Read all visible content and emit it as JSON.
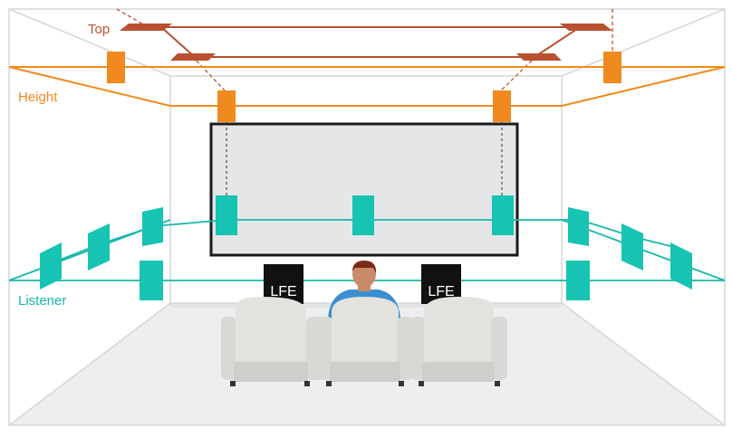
{
  "layers": {
    "top": {
      "label": "Top",
      "color": "#b9502f"
    },
    "height": {
      "label": "Height",
      "color": "#f08a1e"
    },
    "listener": {
      "label": "Listener",
      "color": "#17b8aa"
    }
  },
  "subwoofers": [
    {
      "label": "LFE"
    },
    {
      "label": "LFE"
    }
  ],
  "colors": {
    "room_lines": "#d4d6d8",
    "floor": "#e9eaec",
    "screen_fill": "#e4e6e8",
    "screen_border": "#1a1a1a",
    "speaker": "#17c3b2",
    "seat": "#d9d8d4",
    "subwoofer": "#111111",
    "listener_shirt": "#3a8fd0",
    "listener_hair": "#7a2a1a"
  },
  "icons": {
    "listener": "seated-person-icon",
    "seat": "theater-chair-icon"
  }
}
